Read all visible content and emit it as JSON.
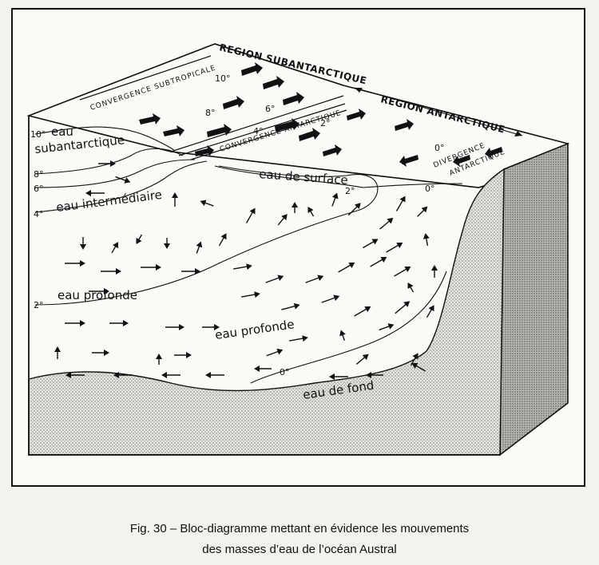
{
  "diagram": {
    "regions": {
      "subantarctic": "REGION SUBANTARCTIQUE",
      "antarctic": "REGION ANTARCTIQUE"
    },
    "zones": {
      "subtropical_convergence": "CONVERGENCE SUBTROPICALE",
      "antarctic_convergence": "CONVERGENCE ANTARCTIQUE",
      "antarctic_divergence_1": "DIVERGENCE",
      "antarctic_divergence_2": "ANTARCTIQUE"
    },
    "water_masses": {
      "subantarctic_1": "eau",
      "subantarctic_2": "subantarctique",
      "intermediate": "eau intermédiaire",
      "surface": "eau de surface",
      "deep_1": "eau profonde",
      "deep_2": "eau profonde",
      "bottom": "eau de fond"
    },
    "isotherms": {
      "t10_left": "10°",
      "t8_left": "8°",
      "t6_left": "6°",
      "t4_left": "4°",
      "t2_left": "2°",
      "t10_top": "10°",
      "t8_top": "8°",
      "t6_top": "6°",
      "t4_top": "4°",
      "t2_top": "2°",
      "t0_top": "0°",
      "t2_surface": "2°",
      "t0_surface": "0°",
      "t0_bottom": "0°"
    }
  },
  "caption": {
    "line1": "Fig. 30 – Bloc-diagramme mettant en évidence les mouvements",
    "line2": "des masses d’eau de l’océan Austral"
  }
}
